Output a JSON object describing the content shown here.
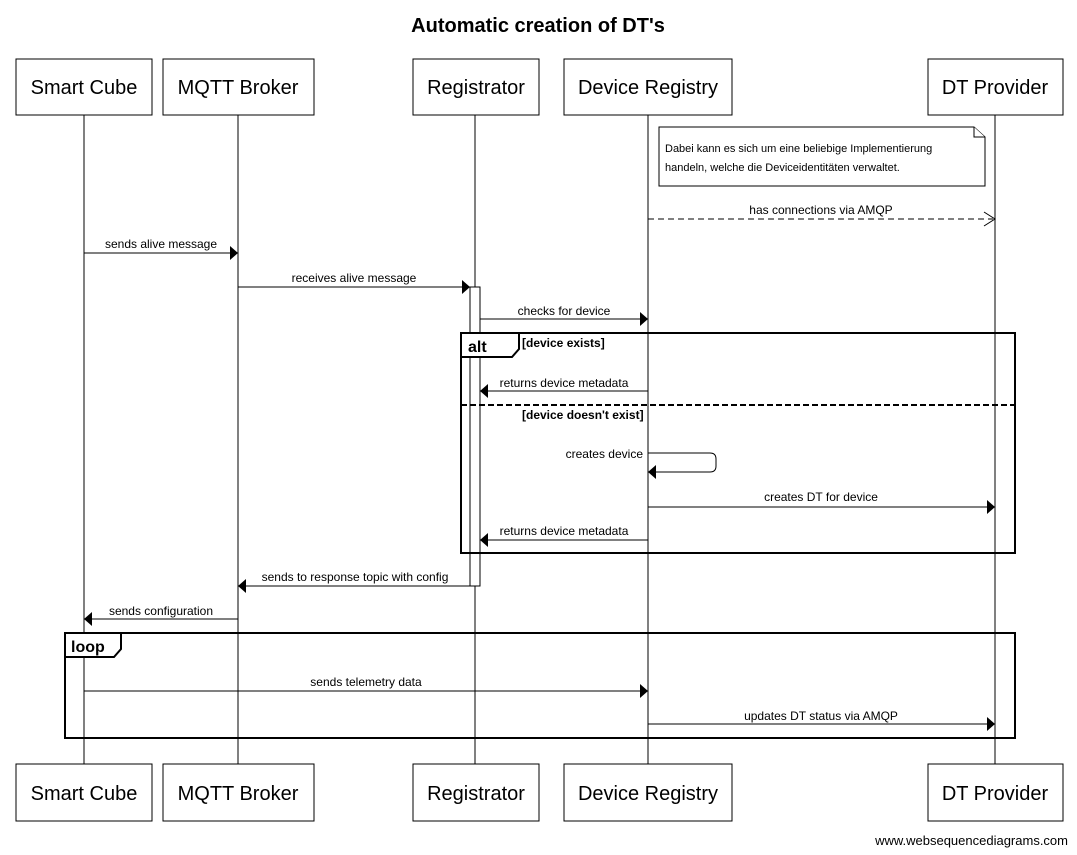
{
  "title": "Automatic creation of DT's",
  "actors": {
    "smart_cube": "Smart Cube",
    "mqtt_broker": "MQTT Broker",
    "registrator": "Registrator",
    "device_registry": "Device Registry",
    "dt_provider": "DT Provider"
  },
  "note": {
    "line1": "Dabei kann es sich um eine beliebige Implementierung",
    "line2": "handeln, welche die Deviceidentitäten verwaltet."
  },
  "messages": {
    "m1": "has connections via AMQP",
    "m2": "sends alive message",
    "m3": "receives alive message",
    "m4": "checks for device",
    "m5": "returns device metadata",
    "m6": "creates device",
    "m7": "creates DT for device",
    "m8": "returns device metadata",
    "m9": "sends to response topic with config",
    "m10": "sends configuration",
    "m11": "sends telemetry data",
    "m12": "updates DT status via AMQP"
  },
  "frames": {
    "alt": {
      "operator": "alt",
      "guard1": "[device exists]",
      "guard2": "[device doesn't exist]"
    },
    "loop": {
      "operator": "loop"
    }
  },
  "footer": "www.websequencediagrams.com"
}
